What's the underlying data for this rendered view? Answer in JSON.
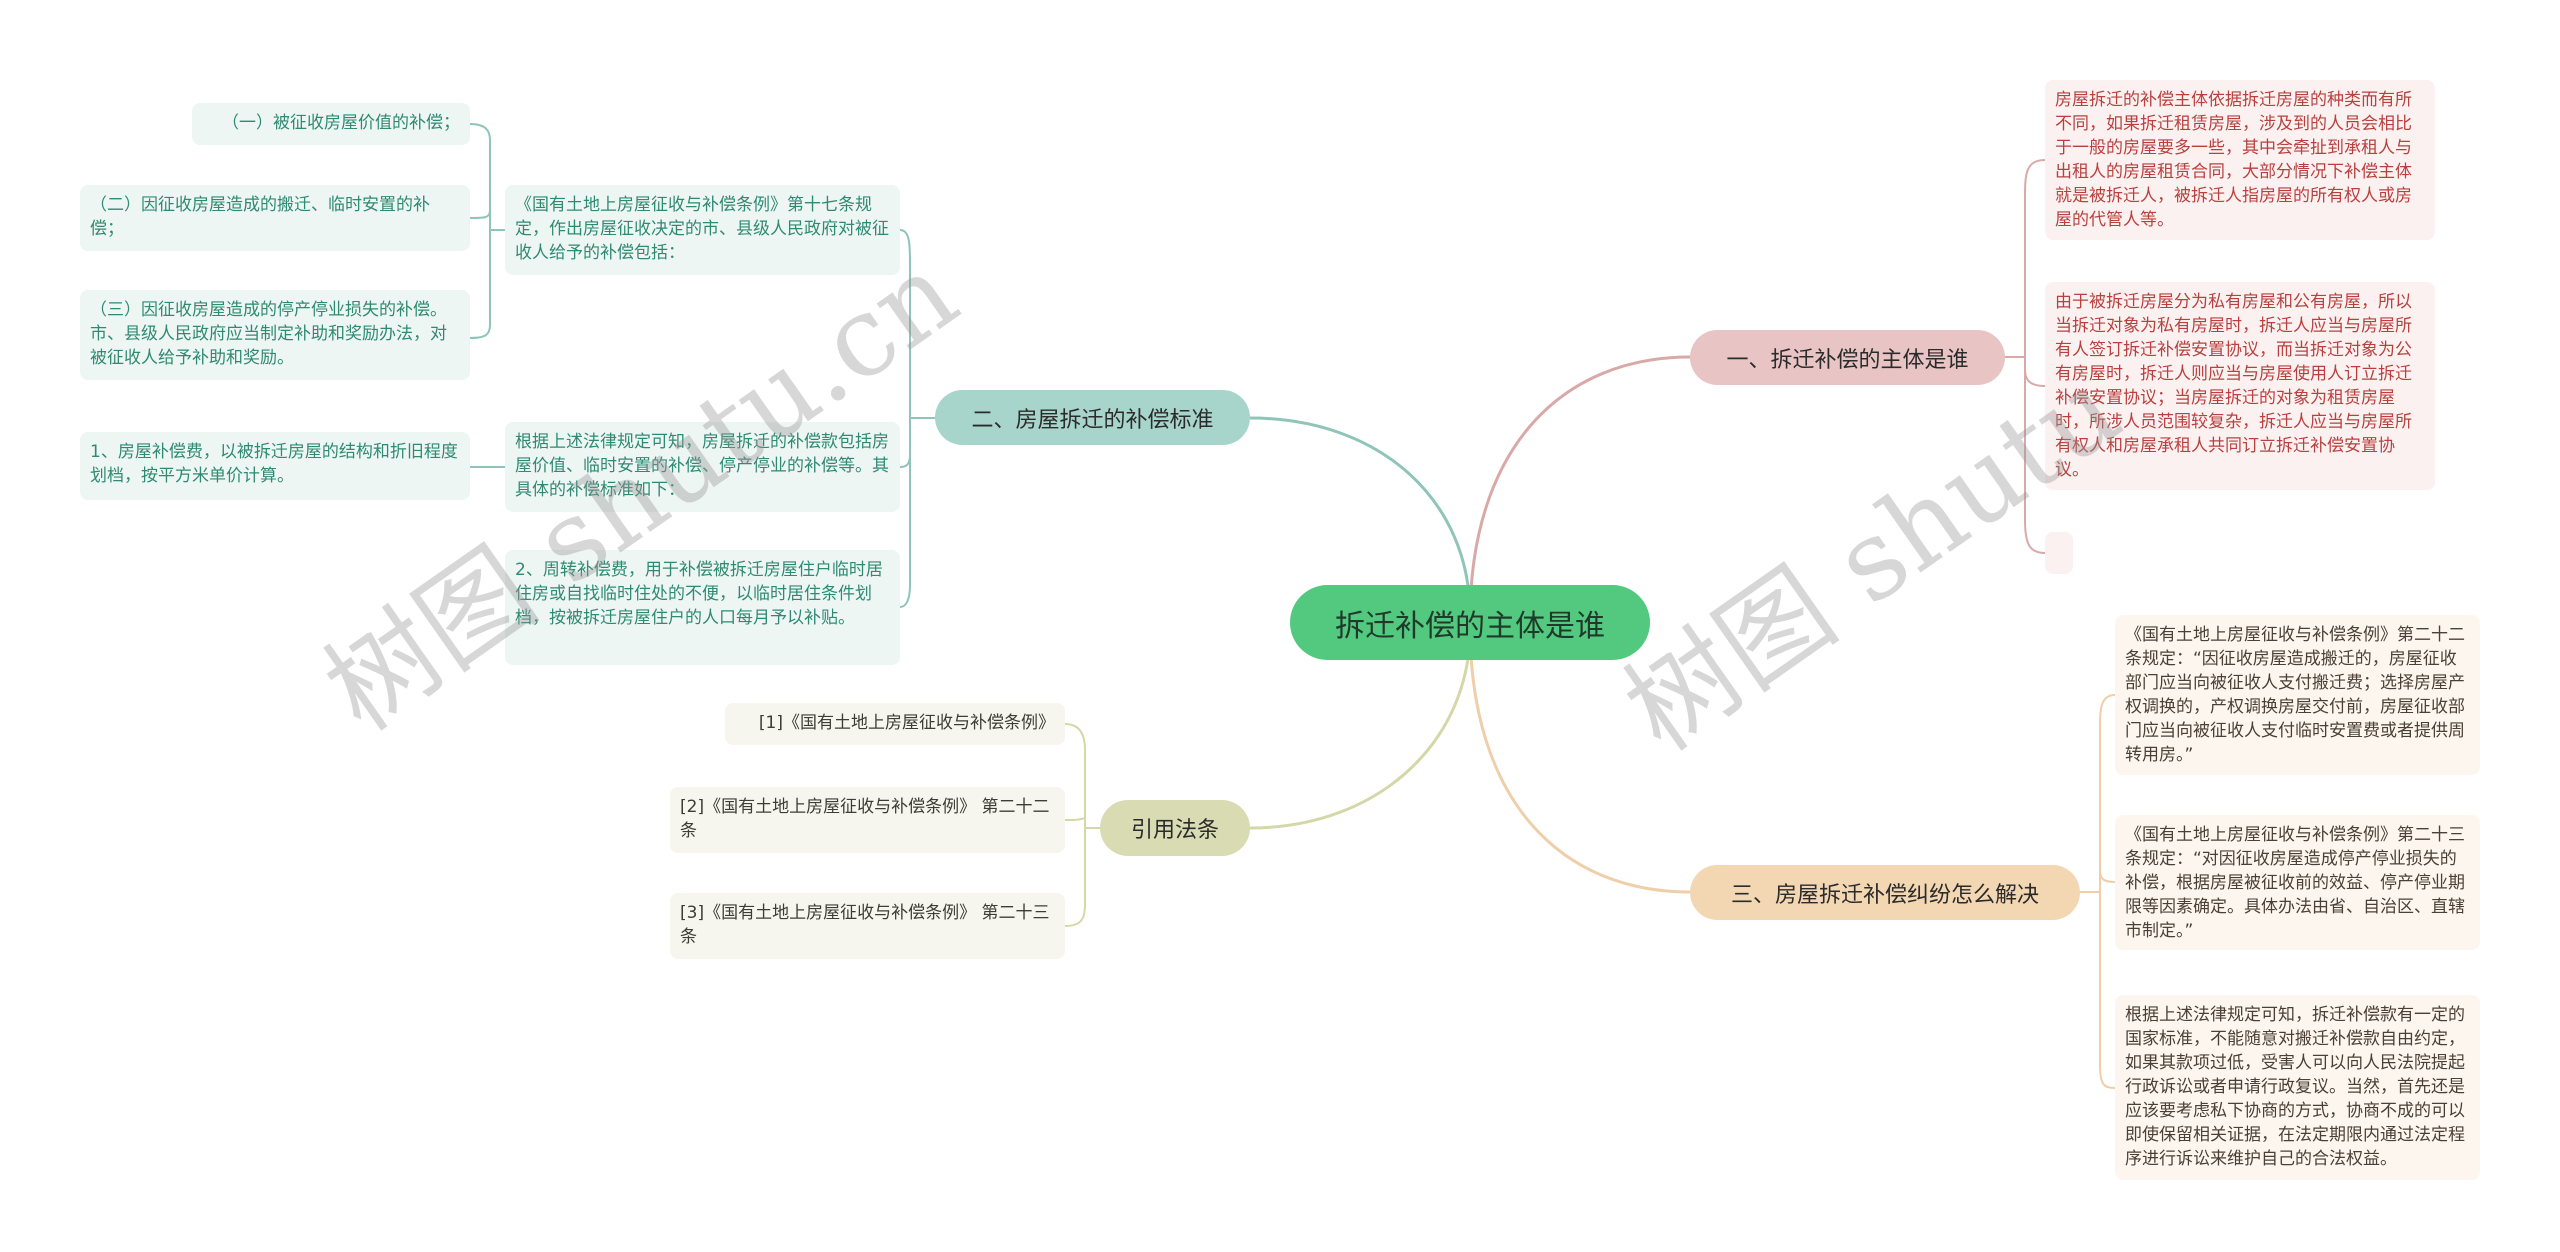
{
  "root": {
    "label": "拆迁补偿的主体是谁",
    "color": "#52c97f"
  },
  "branches": [
    {
      "id": "b1",
      "label": "一、拆迁补偿的主体是谁",
      "color": "#e8c4c4",
      "line_color": "#d9a9a7",
      "children": [
        {
          "text": "房屋拆迁的补偿主体依据拆迁房屋的种类而有所不同，如果拆迁租赁房屋，涉及到的人员会相比于一般的房屋要多一些，其中会牵扯到承租人与出租人的房屋租赁合同，大部分情况下补偿主体就是被拆迁人，被拆迁人指房屋的所有权人或房屋的代管人等。"
        },
        {
          "text": "由于被拆迁房屋分为私有房屋和公有房屋，所以当拆迁对象为私有房屋时，拆迁人应当与房屋所有人签订拆迁补偿安置协议，而当拆迁对象为公有房屋时，拆迁人则应当与房屋使用人订立拆迁补偿安置协议；当房屋拆迁的对象为租赁房屋时，所涉人员范围较复杂，拆迁人应当与房屋所有权人和房屋承租人共同订立拆迁补偿安置协议。"
        },
        {
          "text": ""
        }
      ]
    },
    {
      "id": "b2",
      "label": "二、房屋拆迁的补偿标准",
      "color": "#a8d5cb",
      "line_color": "#8fc4b8",
      "children": [
        {
          "text": "《国有土地上房屋征收与补偿条例》第十七条规定，作出房屋征收决定的市、县级人民政府对被征收人给予的补偿包括：",
          "children": [
            {
              "text": "（一）被征收房屋价值的补偿；"
            },
            {
              "text": "（二）因征收房屋造成的搬迁、临时安置的补偿；"
            },
            {
              "text": "（三）因征收房屋造成的停产停业损失的补偿。市、县级人民政府应当制定补助和奖励办法，对被征收人给予补助和奖励。"
            }
          ]
        },
        {
          "text": "根据上述法律规定可知，房屋拆迁的补偿款包括房屋价值、临时安置的补偿、停产停业的补偿等。其具体的补偿标准如下：",
          "children": [
            {
              "text": "1、房屋补偿费，以被拆迁房屋的结构和折旧程度划档，按平方米单价计算。"
            }
          ]
        },
        {
          "text": "2、周转补偿费，用于补偿被拆迁房屋住户临时居住房或自找临时住处的不便，以临时居住条件划档，按被拆迁房屋住户的人口每月予以补贴。"
        }
      ]
    },
    {
      "id": "b3",
      "label": "三、房屋拆迁补偿纠纷怎么解决",
      "color": "#f3d7b3",
      "line_color": "#efcfa9",
      "children": [
        {
          "text": "《国有土地上房屋征收与补偿条例》第二十二条规定：“因征收房屋造成搬迁的，房屋征收部门应当向被征收人支付搬迁费；选择房屋产权调换的，产权调换房屋交付前，房屋征收部门应当向被征收人支付临时安置费或者提供周转用房。”"
        },
        {
          "text": "《国有土地上房屋征收与补偿条例》第二十三条规定：“对因征收房屋造成停产停业损失的补偿，根据房屋被征收前的效益、停产停业期限等因素确定。具体办法由省、自治区、直辖市制定。”"
        },
        {
          "text": "根据上述法律规定可知，拆迁补偿款有一定的国家标准，不能随意对搬迁补偿款自由约定，如果其款项过低，受害人可以向人民法院提起行政诉讼或者申请行政复议。当然，首先还是应该要考虑私下协商的方式，协商不成的可以即使保留相关证据，在法定期限内通过法定程序进行诉讼来维护自己的合法权益。"
        }
      ]
    },
    {
      "id": "b4",
      "label": "引用法条",
      "color": "#d9dcb3",
      "line_color": "#d4d8a8",
      "children": [
        {
          "text": "[1]《国有土地上房屋征收与补偿条例》"
        },
        {
          "text": "[2]《国有土地上房屋征收与补偿条例》 第二十二条"
        },
        {
          "text": "[3]《国有土地上房屋征收与补偿条例》 第二十三条"
        }
      ]
    }
  ],
  "watermarks": [
    "树图 shutu.cn",
    "树图 shutu"
  ]
}
